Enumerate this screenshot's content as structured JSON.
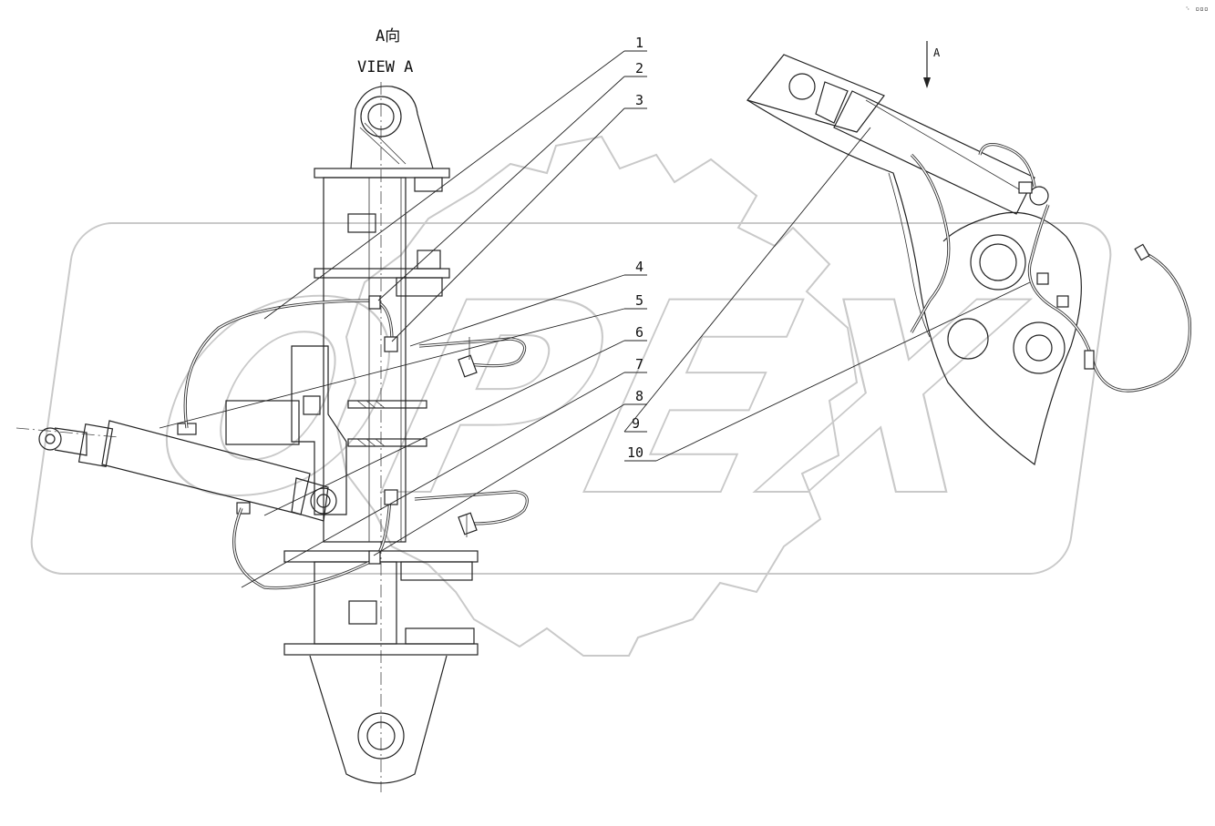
{
  "view": {
    "title_cn": "A向",
    "title_en": "VIEW A"
  },
  "direction_arrow": {
    "label": "A"
  },
  "callouts": [
    "1",
    "2",
    "3",
    "4",
    "5",
    "6",
    "7",
    "8",
    "9",
    "10"
  ],
  "watermark": {
    "text": "OPEX"
  },
  "corner_mark": {
    "text": "␌ ▫▫▫"
  }
}
